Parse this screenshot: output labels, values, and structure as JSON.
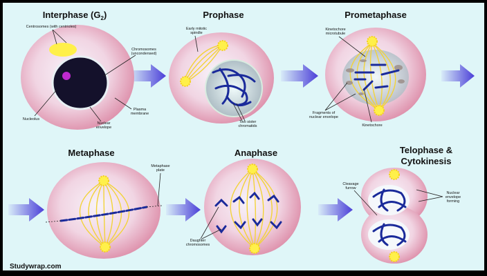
{
  "titles": {
    "interphase": "Interphase (G",
    "interphase_sub": "2",
    "interphase_close": ")",
    "prophase": "Prophase",
    "prometaphase": "Prometaphase",
    "metaphase": "Metaphase",
    "anaphase": "Anaphase",
    "telophase_1": "Telophase &",
    "telophase_2": "Cytokinesis"
  },
  "labels": {
    "centrosomes": "Centrosomes (with centrioles)",
    "chromosomes_1": "Chromosomes",
    "chromosomes_2": "(uncondensed)",
    "nucleolus": "Nucleolus",
    "nuclear_envelope_1": "Nuclear",
    "nuclear_envelope_2": "envelope",
    "plasma_membrane_1": "Plasma",
    "plasma_membrane_2": "membrane",
    "early_spindle_1": "Early mitotic",
    "early_spindle_2": "spindle",
    "sister_chromatids_1": "Two sister",
    "sister_chromatids_2": "chromatids",
    "kinetochore_mt_1": "Kinetochore",
    "kinetochore_mt_2": "microtubule",
    "fragments_1": "Fragments of",
    "fragments_2": "nuclear envelope",
    "kinetochore": "Kinetochore",
    "metaphase_plate_1": "Metaphase",
    "metaphase_plate_2": "plate",
    "daughter_1": "Daughter",
    "daughter_2": "chromosomes",
    "cleavage_1": "Cleavage",
    "cleavage_2": "furrow",
    "ne_forming_1": "Nuclear",
    "ne_forming_2": "envelope",
    "ne_forming_3": "forming"
  },
  "brand": "Studywrap.com",
  "colors": {
    "background": "#dff6f8",
    "cell": "#e79bb3",
    "cytoplasm": "#f6e8f0",
    "chromosome": "#1a2a9a",
    "spindle": "#f2d33a",
    "arrow": "#5a4fe0"
  }
}
